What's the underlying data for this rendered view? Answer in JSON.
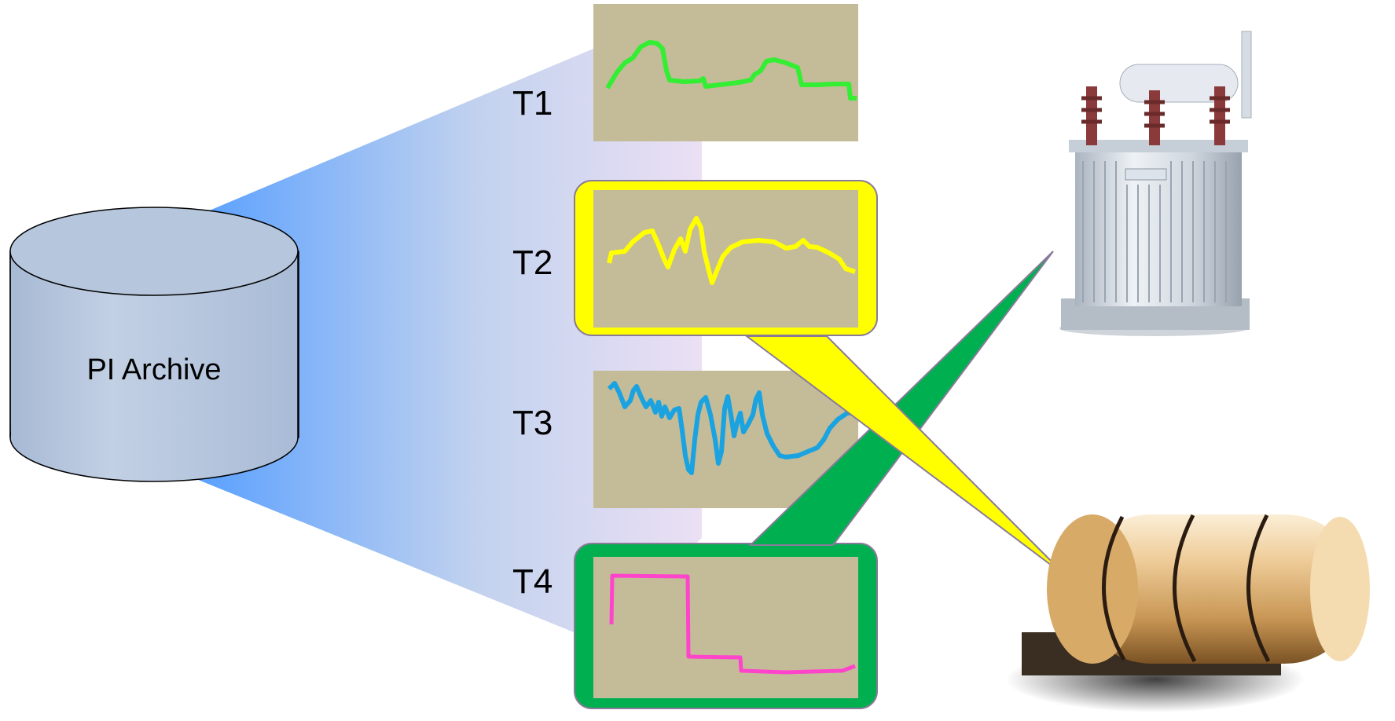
{
  "archive": {
    "label": "PI Archive"
  },
  "tags": [
    {
      "id": "t1",
      "label": "T1",
      "trend_color": "#33ee33",
      "frame_color": "none"
    },
    {
      "id": "t2",
      "label": "T2",
      "trend_color": "#ffff00",
      "frame_color": "#ffff00"
    },
    {
      "id": "t3",
      "label": "T3",
      "trend_color": "#1aa3e0",
      "frame_color": "none"
    },
    {
      "id": "t4",
      "label": "T4",
      "trend_color": "#ff44cc",
      "frame_color": "#00b050"
    }
  ],
  "colors": {
    "panel_bg": "#c4bc98",
    "archive_fill": "#b9c8de",
    "beam_left": "#5aa0ff",
    "beam_right": "#e4e0f4"
  },
  "assets": [
    {
      "id": "transformer",
      "icon": "transformer-image"
    },
    {
      "id": "tank",
      "icon": "tank-image"
    }
  ]
}
